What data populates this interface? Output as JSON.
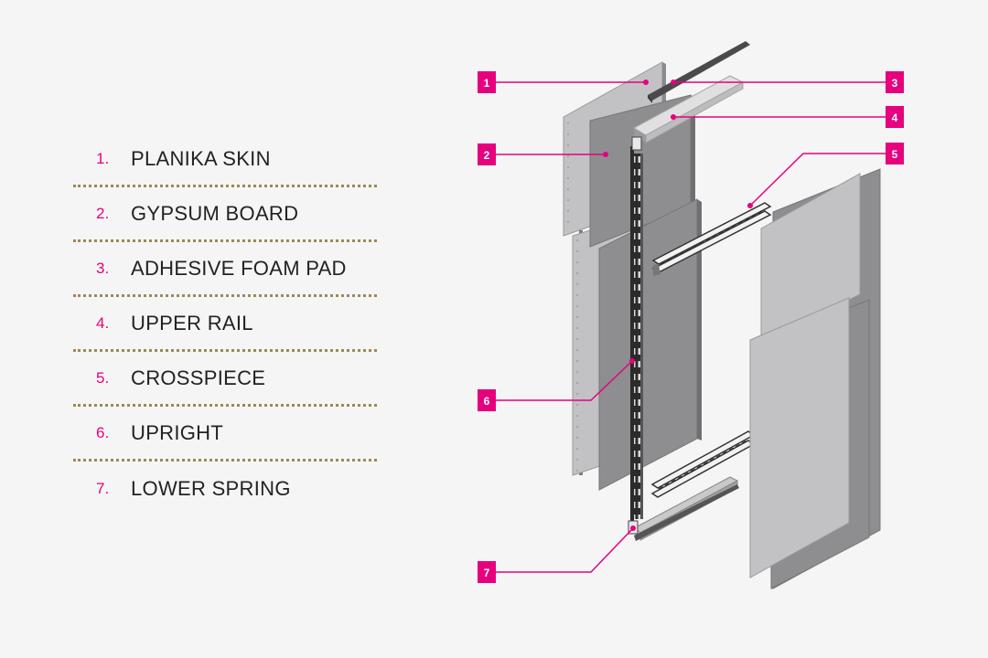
{
  "legend": [
    {
      "number": "1.",
      "label": "PLANIKA SKIN"
    },
    {
      "number": "2.",
      "label": "GYPSUM BOARD"
    },
    {
      "number": "3.",
      "label": "ADHESIVE FOAM PAD"
    },
    {
      "number": "4.",
      "label": "UPPER RAIL"
    },
    {
      "number": "5.",
      "label": "CROSSPIECE"
    },
    {
      "number": "6.",
      "label": "UPRIGHT"
    },
    {
      "number": "7.",
      "label": "LOWER SPRING"
    }
  ],
  "callouts": [
    "1",
    "2",
    "3",
    "4",
    "5",
    "6",
    "7"
  ],
  "colors": {
    "accent": "#e6007e",
    "divider": "#9c8a52",
    "background": "#f5f5f5",
    "panel_light": "#c2c2c4",
    "panel_dark": "#8e8e90"
  }
}
